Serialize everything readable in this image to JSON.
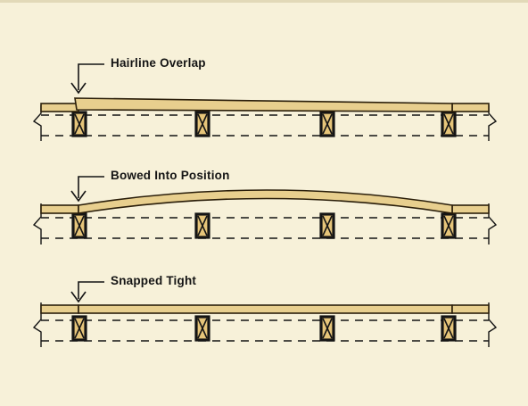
{
  "diagram": {
    "panels": [
      {
        "id": "hairline-overlap",
        "label": "Hairline Overlap"
      },
      {
        "id": "bowed-into-position",
        "label": "Bowed Into Position"
      },
      {
        "id": "snapped-tight",
        "label": "Snapped Tight"
      }
    ]
  },
  "colors": {
    "background": "#f7f1d9",
    "board_fill": "#e8cf8e",
    "board_edge": "#2a1e0a",
    "ink": "#141414",
    "block_fill": "#e6c57a"
  }
}
